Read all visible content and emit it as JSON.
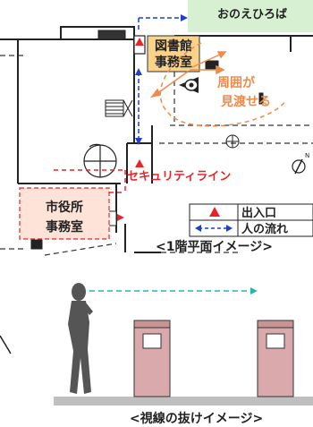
{
  "plaza_label": "おのえひろば",
  "library_office_label": [
    "図書館",
    "事務室"
  ],
  "overlook_label": [
    "周囲が",
    "見渡せる"
  ],
  "security_line_label": "セキュリティライン",
  "city_office_label": [
    "市役所",
    "事務室"
  ],
  "legend": {
    "entrance": "出入口",
    "flow": "人の流れ"
  },
  "floor_plan_caption": "<1階平面イメージ>",
  "sightline_caption": "<視線の抜けイメージ>",
  "north_symbol": "N",
  "colors": {
    "plaza_fill": "#d8f0d2",
    "highlight_yellow": "#fbd28a",
    "office_fill": "#fde3d8",
    "security_red": "#e8242b",
    "flow_blue": "#1f3fcf",
    "overlook_orange": "#f08a4b",
    "sightline_teal": "#2ab3b3",
    "panel_fill": "#d9a9ab"
  }
}
